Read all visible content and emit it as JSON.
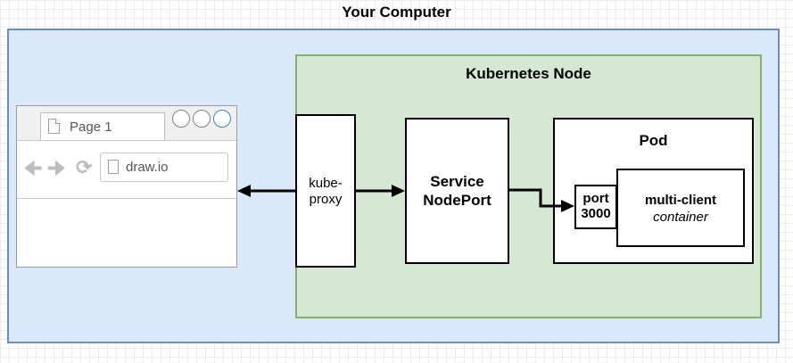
{
  "computer": {
    "title": "Your Computer"
  },
  "node": {
    "title": "Kubernetes Node"
  },
  "browser": {
    "tab_label": "Page 1",
    "address": "draw.io",
    "icons": [
      "file-icon",
      "back-arrow-icon",
      "forward-arrow-icon",
      "reload-icon",
      "window-button-icon"
    ]
  },
  "kube_proxy": {
    "line1": "kube-",
    "line2": "proxy"
  },
  "service": {
    "line1": "Service",
    "line2": "NodePort"
  },
  "pod": {
    "title": "Pod"
  },
  "port": {
    "line1": "port",
    "line2": "3000"
  },
  "container": {
    "title": "multi-client",
    "subtitle": "container"
  },
  "colors": {
    "computer_fill": "#dae8fc",
    "computer_border": "#6c8ebf",
    "node_fill": "#d5e8d4",
    "node_border": "#82b366",
    "box_fill": "#ffffff",
    "stroke": "#000000"
  }
}
